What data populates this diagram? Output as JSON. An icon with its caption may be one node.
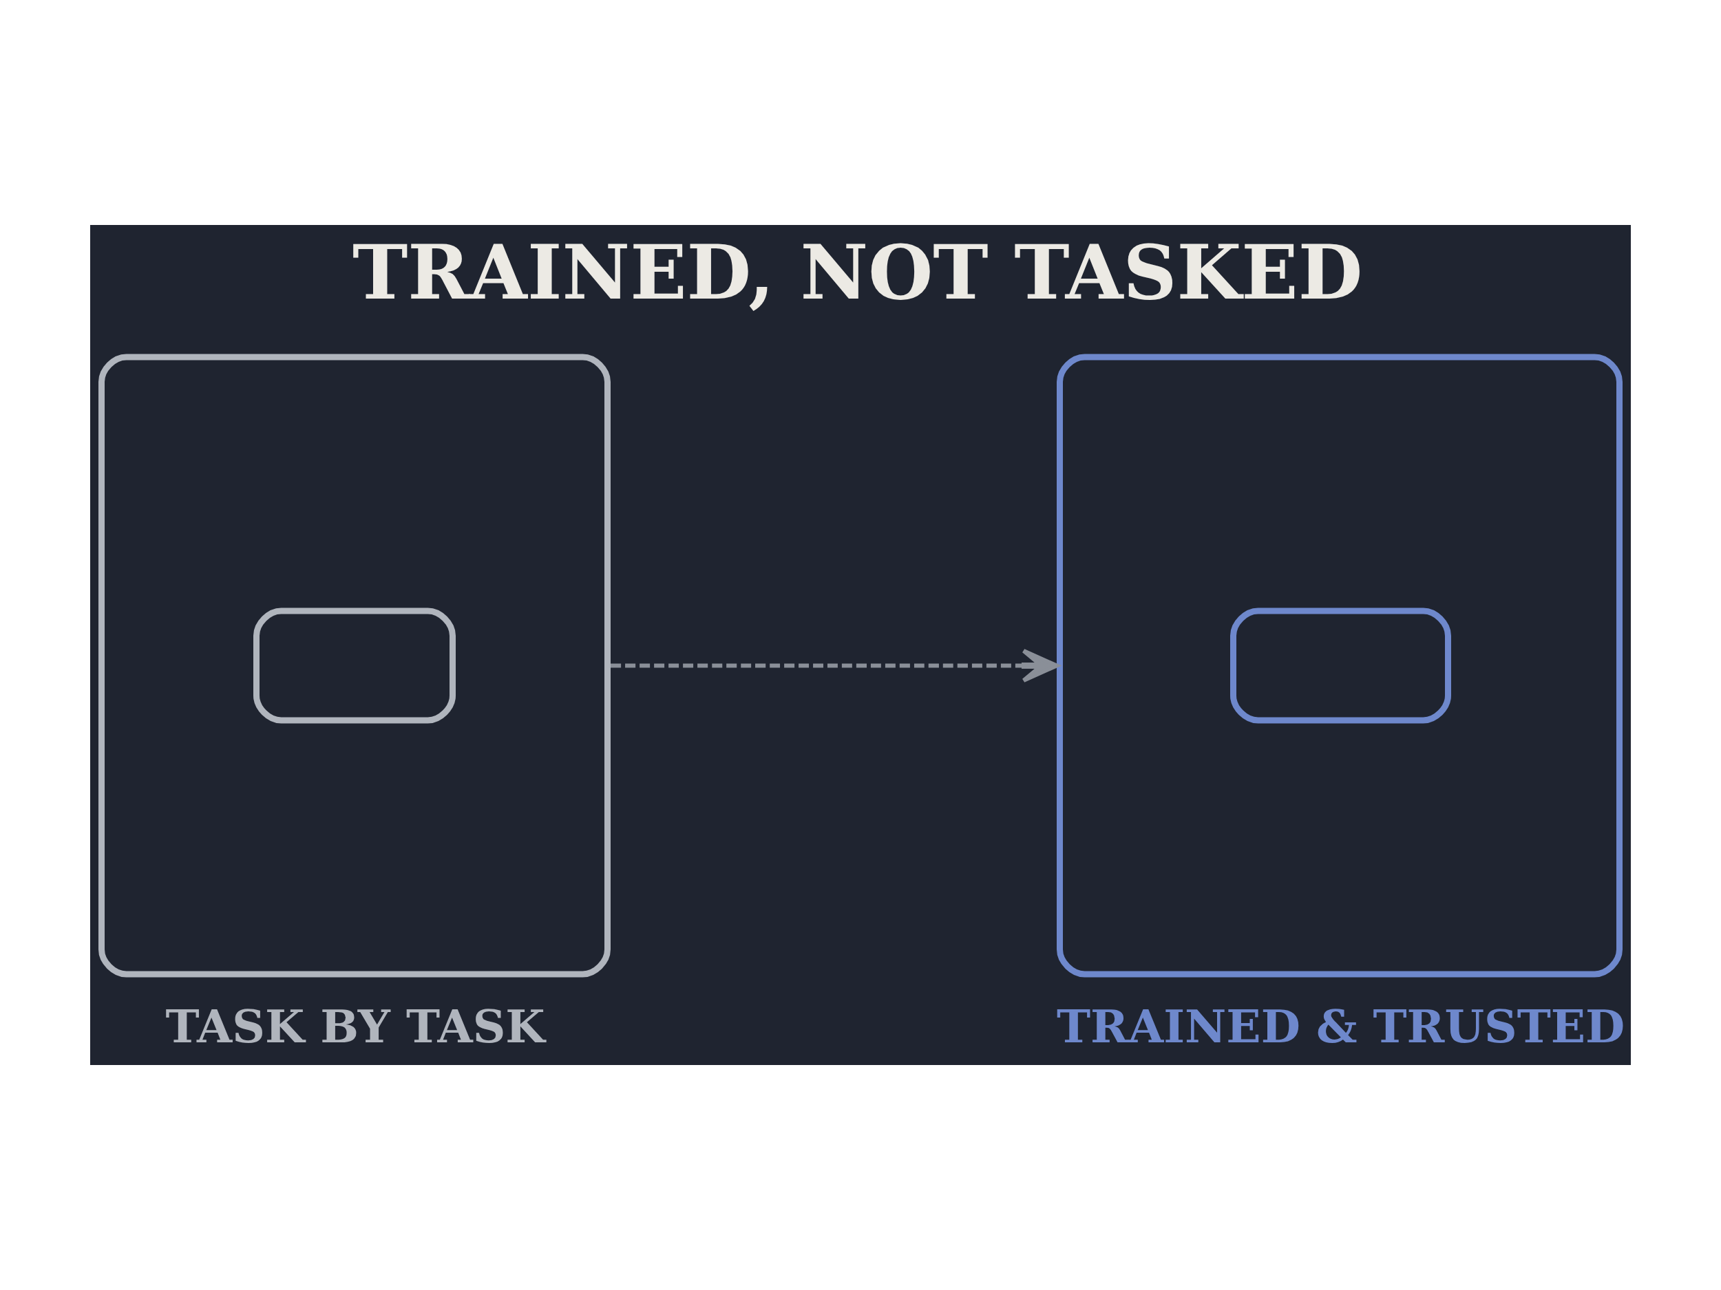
{
  "diagram": {
    "title": "TRAINED, NOT TASKED",
    "nodes": [
      {
        "text": [
          "TASK BY TASK"
        ]
      },
      {
        "text": [
          "TRAINED & TRUSTED"
        ]
      }
    ],
    "edges": [
      {
        "from": 0,
        "to": 1,
        "arrow": "to",
        "style": "dashed"
      }
    ]
  }
}
